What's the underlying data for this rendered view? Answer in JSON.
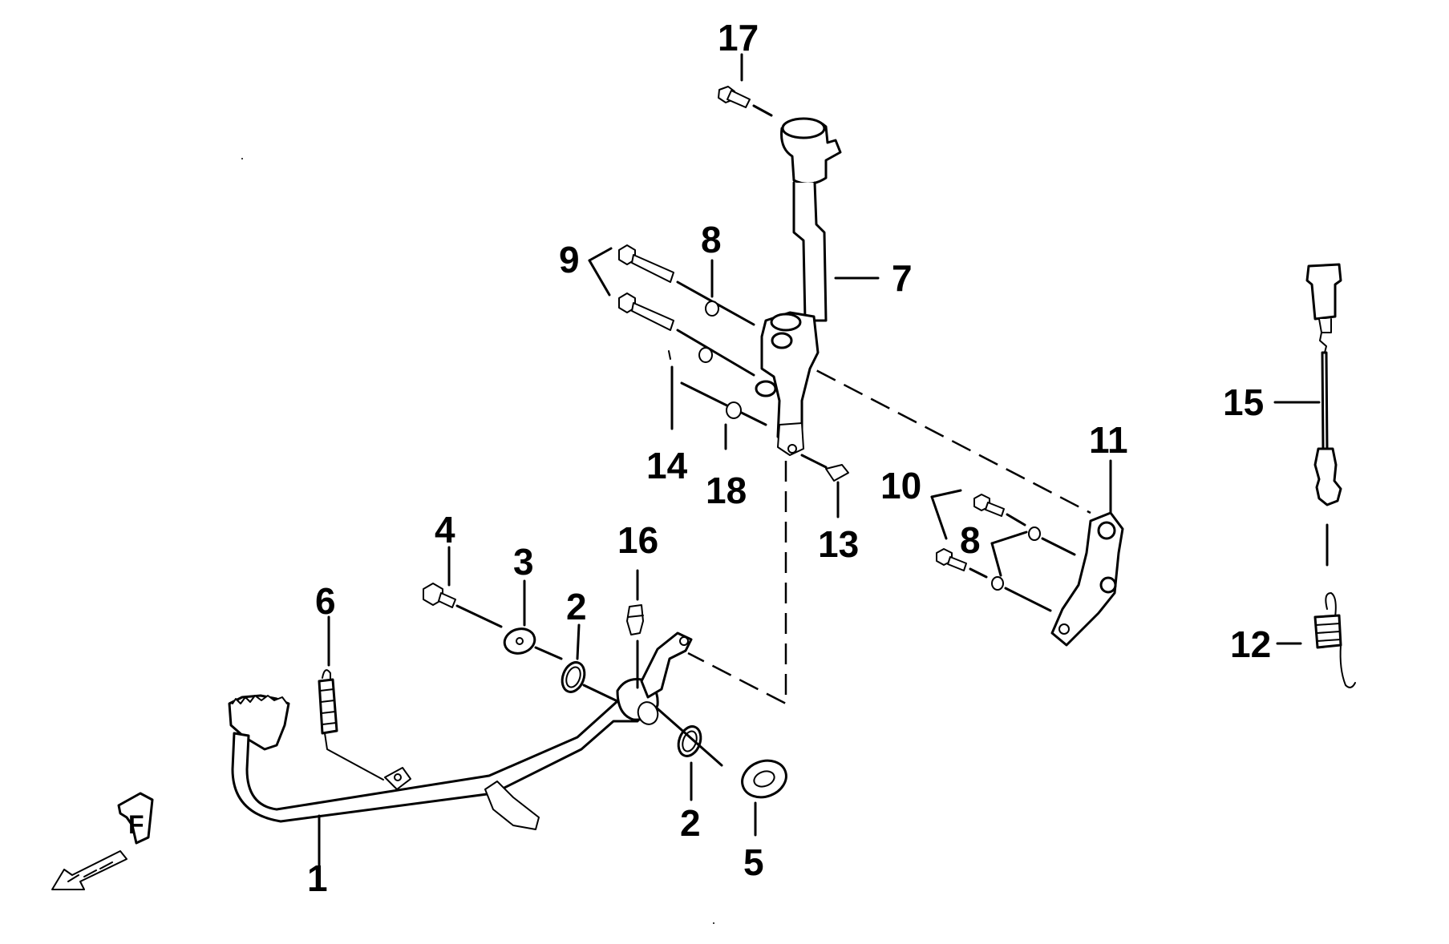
{
  "diagram": {
    "callouts": [
      {
        "id": "c17",
        "label": "17"
      },
      {
        "id": "c7",
        "label": "7"
      },
      {
        "id": "c9",
        "label": "9"
      },
      {
        "id": "c8a",
        "label": "8"
      },
      {
        "id": "c14",
        "label": "14"
      },
      {
        "id": "c18",
        "label": "18"
      },
      {
        "id": "c13",
        "label": "13"
      },
      {
        "id": "c11",
        "label": "11"
      },
      {
        "id": "c10",
        "label": "10"
      },
      {
        "id": "c8b",
        "label": "8"
      },
      {
        "id": "c15",
        "label": "15"
      },
      {
        "id": "c12",
        "label": "12"
      },
      {
        "id": "c4",
        "label": "4"
      },
      {
        "id": "c3",
        "label": "3"
      },
      {
        "id": "c16",
        "label": "16"
      },
      {
        "id": "c2a",
        "label": "2"
      },
      {
        "id": "c6",
        "label": "6"
      },
      {
        "id": "c2b",
        "label": "2"
      },
      {
        "id": "c5",
        "label": "5"
      },
      {
        "id": "c1",
        "label": "1"
      }
    ],
    "direction_marker": "F",
    "colors": {
      "line": "#000000",
      "background": "#ffffff"
    }
  }
}
